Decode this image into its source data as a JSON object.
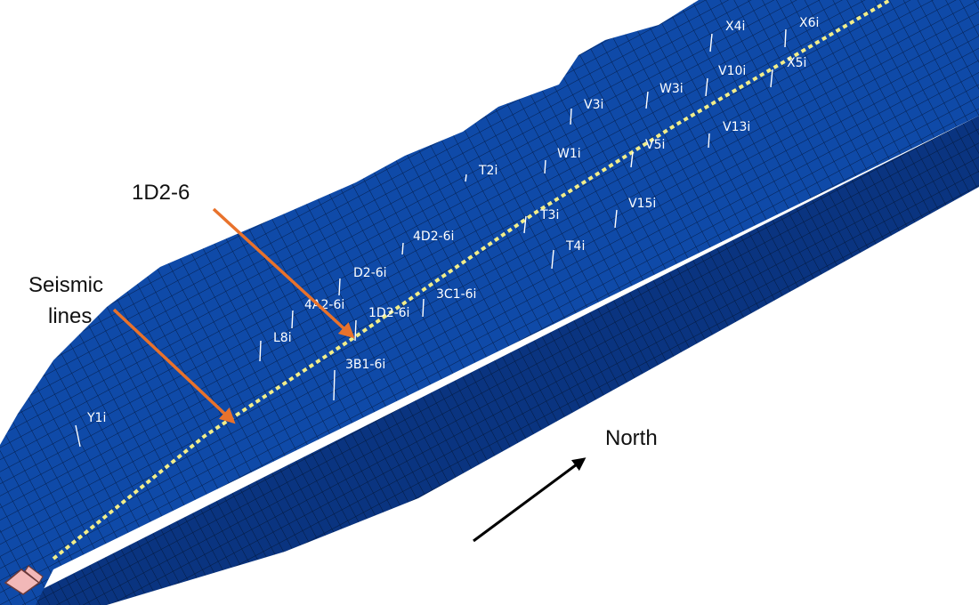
{
  "annotations": {
    "seismic_label_line1": "Seismic",
    "seismic_label_line2": "lines",
    "well_callout": "1D2-6",
    "north_label": "North"
  },
  "wells": [
    {
      "id": "X4i"
    },
    {
      "id": "X6i"
    },
    {
      "id": "V10i"
    },
    {
      "id": "X5i"
    },
    {
      "id": "W3i"
    },
    {
      "id": "V3i"
    },
    {
      "id": "V13i"
    },
    {
      "id": "V5i"
    },
    {
      "id": "W1i"
    },
    {
      "id": "T2i"
    },
    {
      "id": "V15i"
    },
    {
      "id": "T3i"
    },
    {
      "id": "4D2-6i"
    },
    {
      "id": "T4i"
    },
    {
      "id": "D2-6i"
    },
    {
      "id": "3C1-6i"
    },
    {
      "id": "4A2-6i"
    },
    {
      "id": "1D2-6i"
    },
    {
      "id": "L8i"
    },
    {
      "id": "3B1-6i"
    },
    {
      "id": "Y1i"
    }
  ],
  "colors": {
    "grid_block": "#0f4aa8",
    "grid_side": "#0a3480",
    "grid_lines": "#05204f",
    "seismic_line": "#f2ee8a",
    "callout_arrow": "#e8722c",
    "north_arrow": "#000000",
    "marker": "#f2b8b8"
  }
}
